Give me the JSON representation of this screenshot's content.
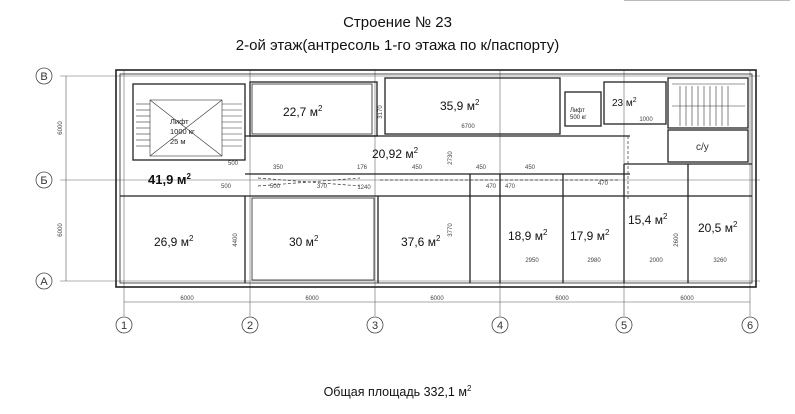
{
  "header": {
    "title": "Строение № 23",
    "subtitle": "2-ой этаж(антресоль 1-го этажа по к/паспорту)"
  },
  "footer": {
    "total_area_prefix": "Общая площадь 332,1 м",
    "total_area_sup": "2"
  },
  "axes": {
    "rows": [
      "В",
      "Б",
      "А"
    ],
    "columns": [
      "1",
      "2",
      "3",
      "4",
      "5",
      "6"
    ]
  },
  "rooms": [
    {
      "value": "22,7 м",
      "sup": "2"
    },
    {
      "value": "35,9 м",
      "sup": "2"
    },
    {
      "value": "23 м",
      "sup": "2"
    },
    {
      "value": "20,92 м",
      "sup": "2"
    },
    {
      "value": "41,9 м",
      "sup": "2"
    },
    {
      "value": "26,9 м",
      "sup": "2"
    },
    {
      "value": "30 м",
      "sup": "2"
    },
    {
      "value": "37,6 м",
      "sup": "2"
    },
    {
      "value": "18,9 м",
      "sup": "2"
    },
    {
      "value": "17,9 м",
      "sup": "2"
    },
    {
      "value": "15,4 м",
      "sup": "2"
    },
    {
      "value": "20,5 м",
      "sup": "2"
    }
  ],
  "labels": {
    "lift_1": "Лифт",
    "lift_2": "1000 кг",
    "lift_3": "25 м",
    "lift_small_1": "Лифт",
    "lift_small_2": "500 кг",
    "wc": "с/у"
  },
  "dimensions": {
    "row_ab": "6000",
    "row_bv": "6000",
    "bays": [
      "6000",
      "6000",
      "6000",
      "6000",
      "6000"
    ],
    "misc": [
      "6700",
      "3170",
      "1000",
      "2950",
      "2980",
      "2000",
      "3260",
      "450",
      "450",
      "450",
      "350",
      "500",
      "500",
      "500",
      "176",
      "1240",
      "470",
      "470",
      "470",
      "370",
      "2730",
      "4400",
      "3770",
      "2600"
    ]
  }
}
